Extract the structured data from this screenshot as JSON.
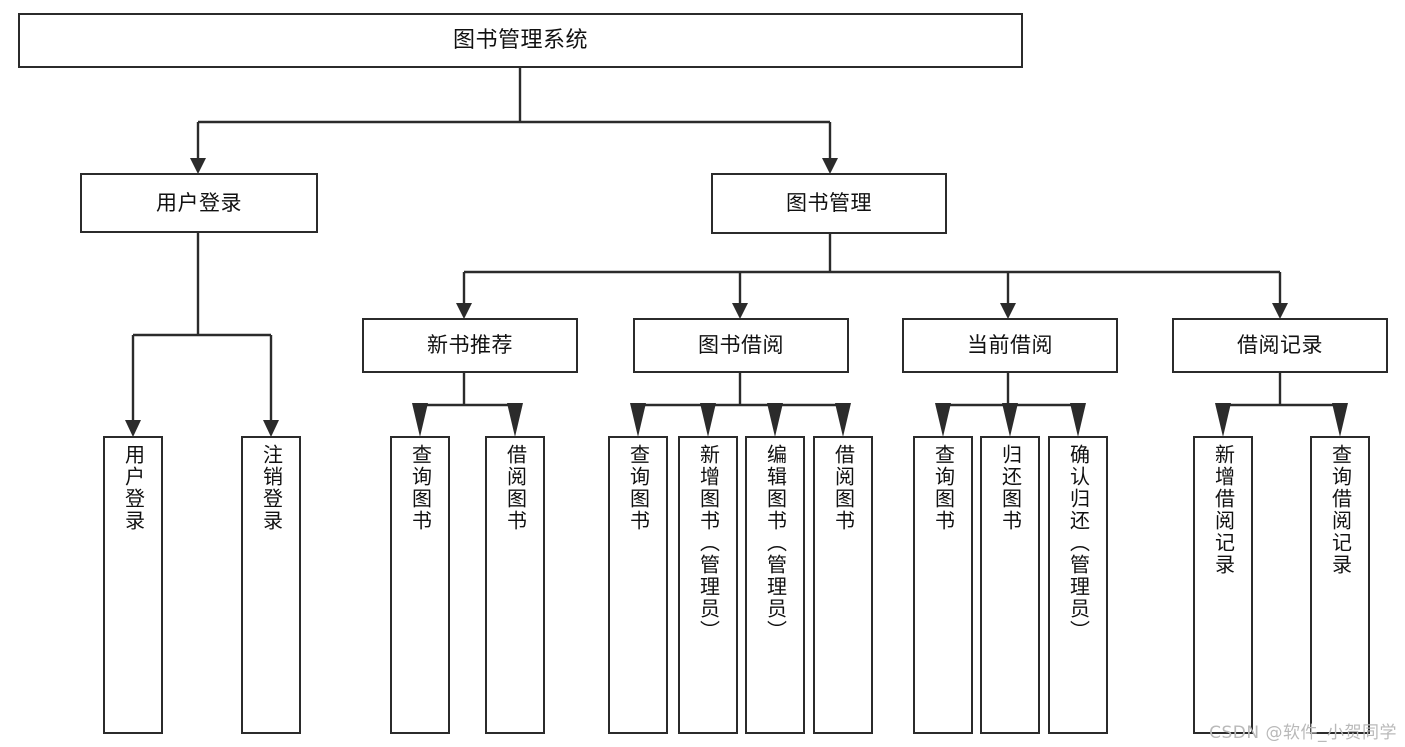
{
  "diagram": {
    "type": "tree",
    "title": "图书管理系统",
    "root": {
      "label": "图书管理系统"
    },
    "level2": [
      {
        "label": "用户登录"
      },
      {
        "label": "图书管理"
      }
    ],
    "level3": [
      {
        "label": "新书推荐"
      },
      {
        "label": "图书借阅"
      },
      {
        "label": "当前借阅"
      },
      {
        "label": "借阅记录"
      }
    ],
    "leaves": {
      "user_login": [
        {
          "label": "用户登录"
        },
        {
          "label": "注销登录"
        }
      ],
      "new_book_recommend": [
        {
          "label": "查询图书"
        },
        {
          "label": "借阅图书"
        }
      ],
      "book_borrow": [
        {
          "label": "查询图书"
        },
        {
          "label": "新增图书（管理员）"
        },
        {
          "label": "编辑图书（管理员）"
        },
        {
          "label": "借阅图书"
        }
      ],
      "current_borrow": [
        {
          "label": "查询图书"
        },
        {
          "label": "归还图书"
        },
        {
          "label": "确认归还（管理员）"
        }
      ],
      "borrow_record": [
        {
          "label": "新增借阅记录"
        },
        {
          "label": "查询借阅记录"
        }
      ]
    }
  },
  "watermark": {
    "text": "CSDN @软件_小贺同学"
  },
  "colors": {
    "line": "#2b2b2b",
    "box_fill": "#ffffff",
    "text": "#111111",
    "watermark": "#b9b9b9"
  }
}
